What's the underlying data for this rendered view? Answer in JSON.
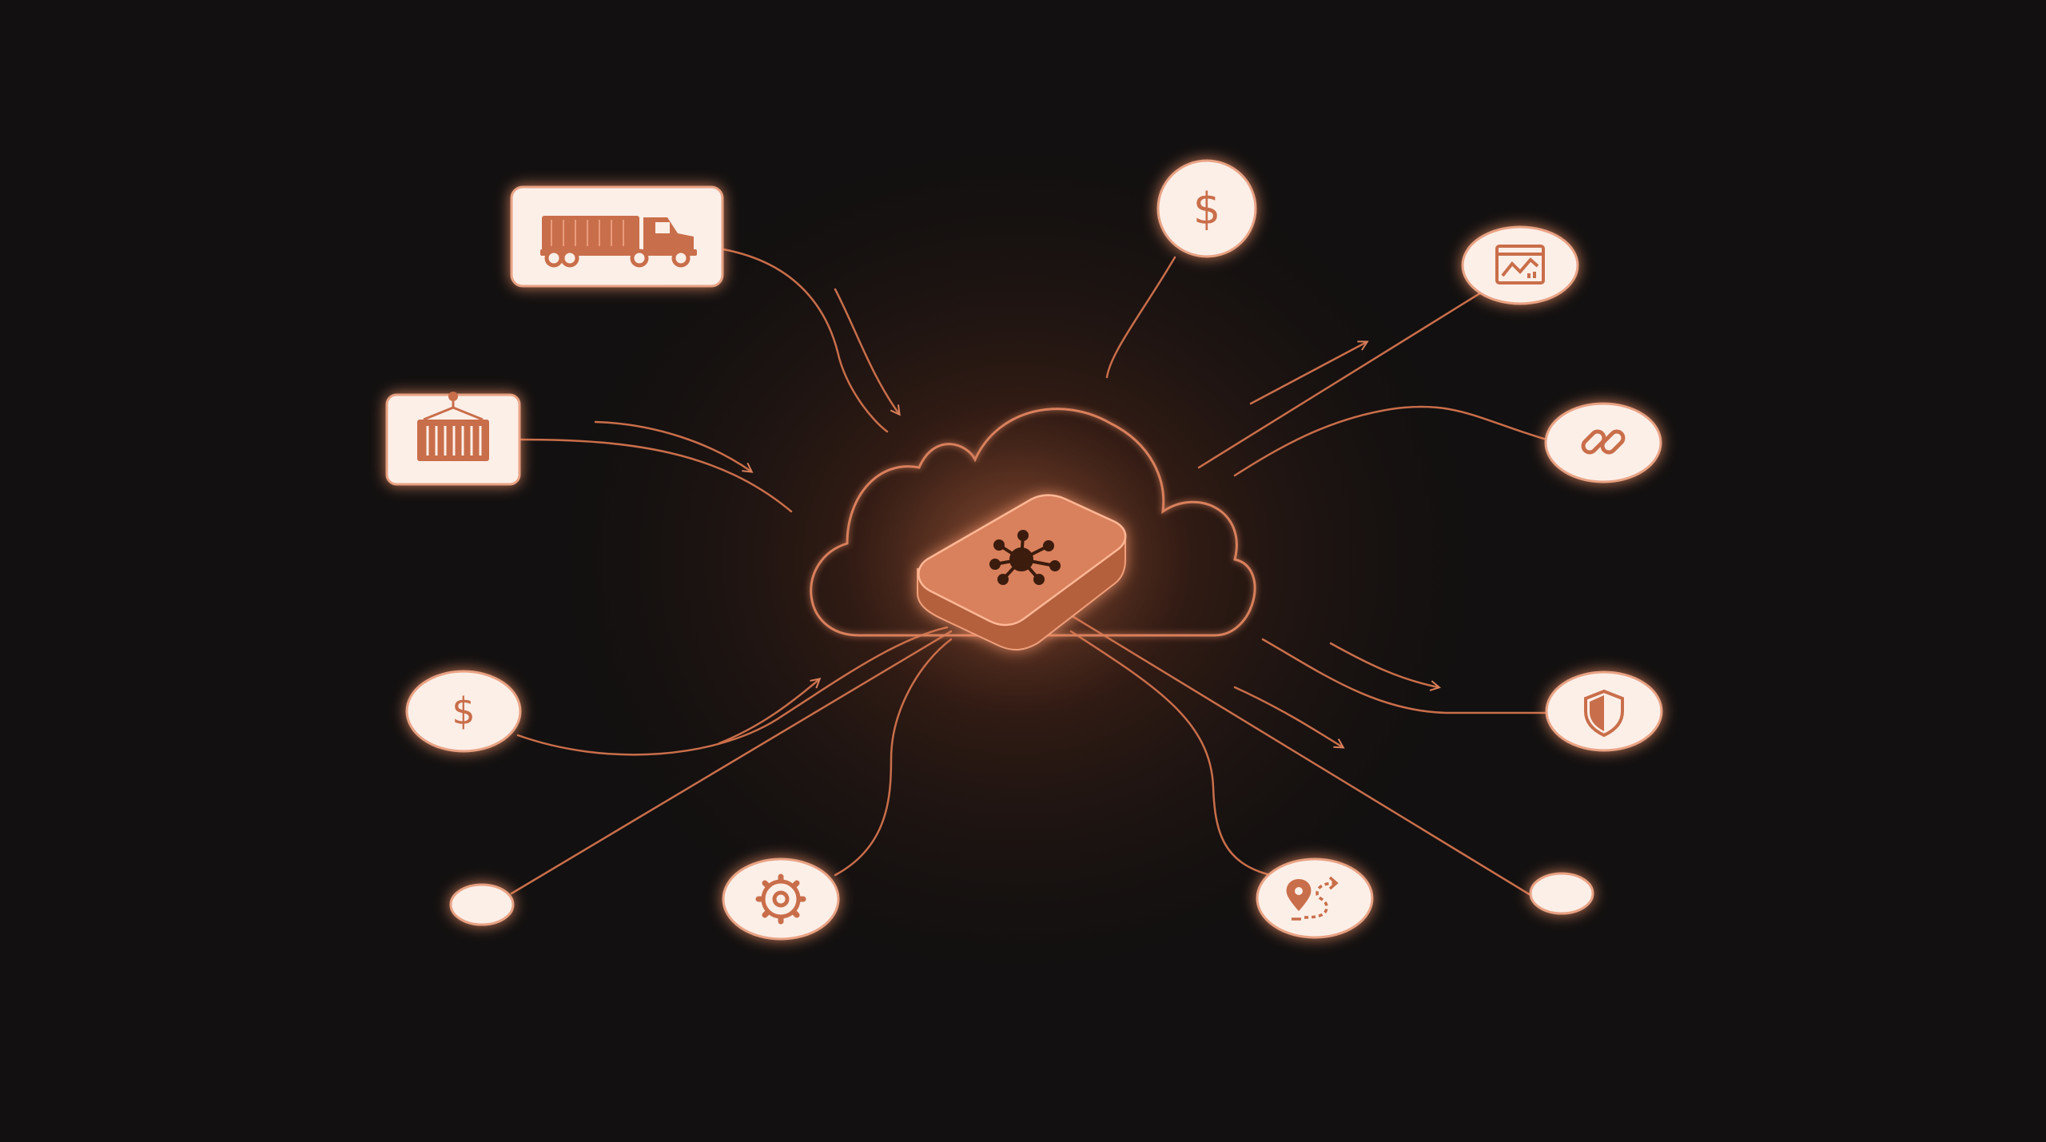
{
  "colors": {
    "background": "#121010",
    "accent": "#d9805c",
    "accent_dark": "#b4603e",
    "node_fill": "#fcefe8",
    "glow": "#ff9a6e"
  },
  "hub": {
    "icon": "network-hub-icon",
    "container": "cloud"
  },
  "nodes": [
    {
      "id": "truck",
      "shape": "rect",
      "icon": "truck-icon"
    },
    {
      "id": "container",
      "shape": "rect",
      "icon": "cargo-container-icon"
    },
    {
      "id": "dollar-left",
      "shape": "ellipse",
      "icon": "dollar-icon",
      "label": "$"
    },
    {
      "id": "blank-left",
      "shape": "ellipse",
      "icon": ""
    },
    {
      "id": "gear",
      "shape": "ellipse",
      "icon": "gear-icon"
    },
    {
      "id": "dollar-top",
      "shape": "ellipse",
      "icon": "dollar-icon",
      "label": "$"
    },
    {
      "id": "chart",
      "shape": "ellipse",
      "icon": "analytics-chart-icon"
    },
    {
      "id": "link",
      "shape": "ellipse",
      "icon": "link-icon"
    },
    {
      "id": "shield",
      "shape": "ellipse",
      "icon": "shield-icon"
    },
    {
      "id": "route",
      "shape": "ellipse",
      "icon": "route-pin-icon"
    },
    {
      "id": "blank-right",
      "shape": "ellipse",
      "icon": ""
    }
  ]
}
